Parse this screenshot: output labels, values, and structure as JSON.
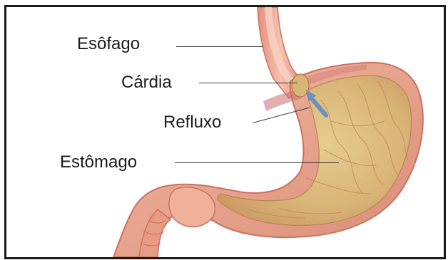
{
  "labels": {
    "esofago": "Esôfago",
    "cardia": "Cárdia",
    "refluxo": "Refluxo",
    "estomago": "Estômago"
  },
  "colors": {
    "border": "#1a1a1a",
    "text": "#1a1a1a",
    "tissue": "#e9a48c",
    "lining": "#d9b87a",
    "reflux_arrow": "#6a8fc8"
  }
}
